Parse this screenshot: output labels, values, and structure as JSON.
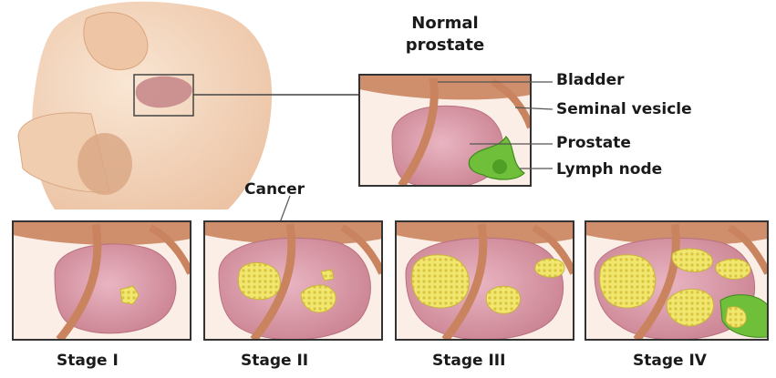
{
  "title": {
    "line1": "Normal",
    "line2": "prostate"
  },
  "anatomy_labels": {
    "bladder": "Bladder",
    "seminal_vesicle": "Seminal vesicle",
    "prostate": "Prostate",
    "lymph_node": "Lymph node"
  },
  "cancer_label": "Cancer",
  "stages": [
    "Stage I",
    "Stage II",
    "Stage III",
    "Stage IV"
  ],
  "colors": {
    "skin": "#f3d2b3",
    "skin_shadow": "#e2b08a",
    "bladder": "#cf8f6c",
    "prostate": "#d79aa9",
    "vessel": "#c9845f",
    "tumor": "#f0e26a",
    "lymph": "#6fbf3a",
    "frame": "#333333"
  }
}
